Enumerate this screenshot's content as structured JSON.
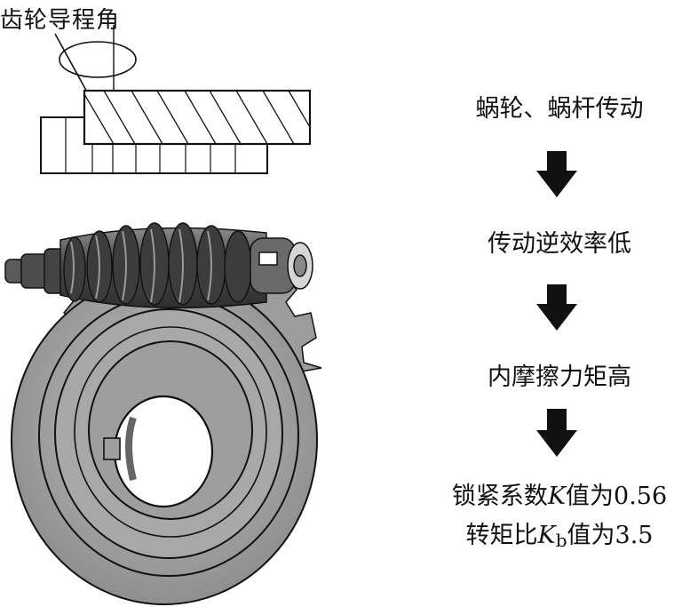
{
  "diagram": {
    "gear_lead_angle_label": "齿轮导程角",
    "flow": {
      "step1": "蜗轮、蜗杆传动",
      "step2": "传动逆效率低",
      "step3": "内摩擦力矩高",
      "step4_prefix": "锁紧系数",
      "step4_var": "K",
      "step4_suffix": "值为0.56",
      "step5_prefix": "转矩比",
      "step5_var": "K",
      "step5_sub": "b",
      "step5_suffix": "值为3.5"
    },
    "colors": {
      "line": "#111111",
      "worm_dark": "#555555",
      "gear_fill": "#9a9a9a",
      "gear_light": "#b8b8b8"
    },
    "icons": [
      "down-arrow-icon",
      "worm-gear-illustration",
      "rack-diagram"
    ]
  }
}
